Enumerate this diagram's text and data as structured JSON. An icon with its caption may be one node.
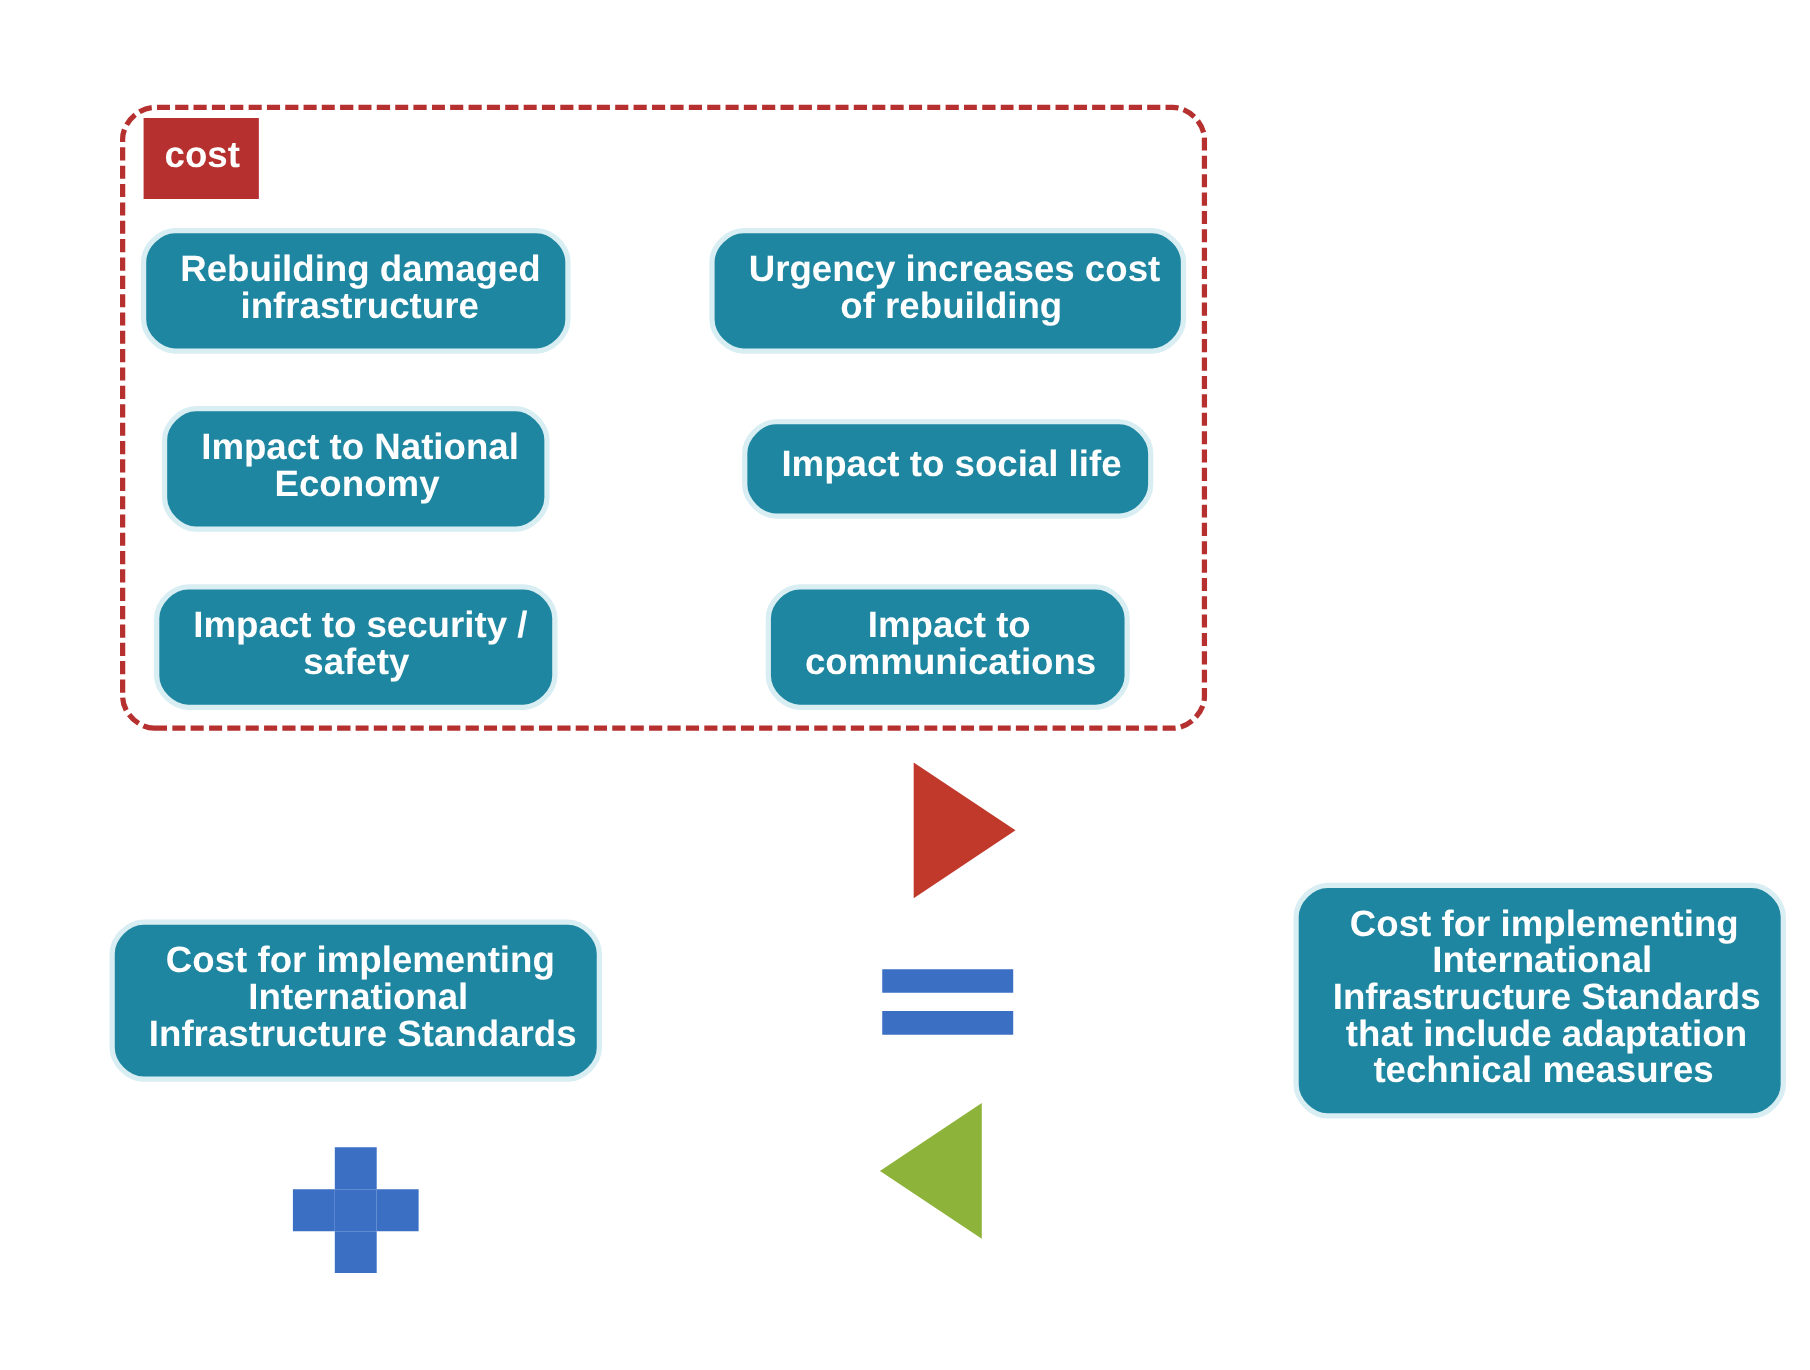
{
  "diagram": {
    "nodes": [
      {
        "text": [
          "Cost for implementing International Infrastructure Standards"
        ]
      },
      {
        "text": [],
        "shape": "chevron"
      },
      {
        "text": [],
        "shape": "equals"
      },
      {
        "text": [],
        "shape": "chevron"
      },
      {
        "text": [
          "Cost for implementing International Infrastructure Standards that include adaptation technical measures"
        ]
      },
      {
        "text": [],
        "shape": "plus"
      },
      {
        "text": [
          "cost"
        ]
      },
      {
        "text": [
          "Rebuilding damaged infrastructure"
        ],
        "in": 6
      },
      {
        "text": [
          "Urgency increases cost of rebuilding"
        ],
        "in": 6
      },
      {
        "text": [
          "Impact to National Economy"
        ],
        "in": 6
      },
      {
        "text": [
          "Impact to social life"
        ],
        "in": 6
      },
      {
        "text": [
          "Impact to security / safety"
        ],
        "in": 6
      },
      {
        "text": [
          "Impact to communications"
        ],
        "in": 6
      }
    ]
  }
}
